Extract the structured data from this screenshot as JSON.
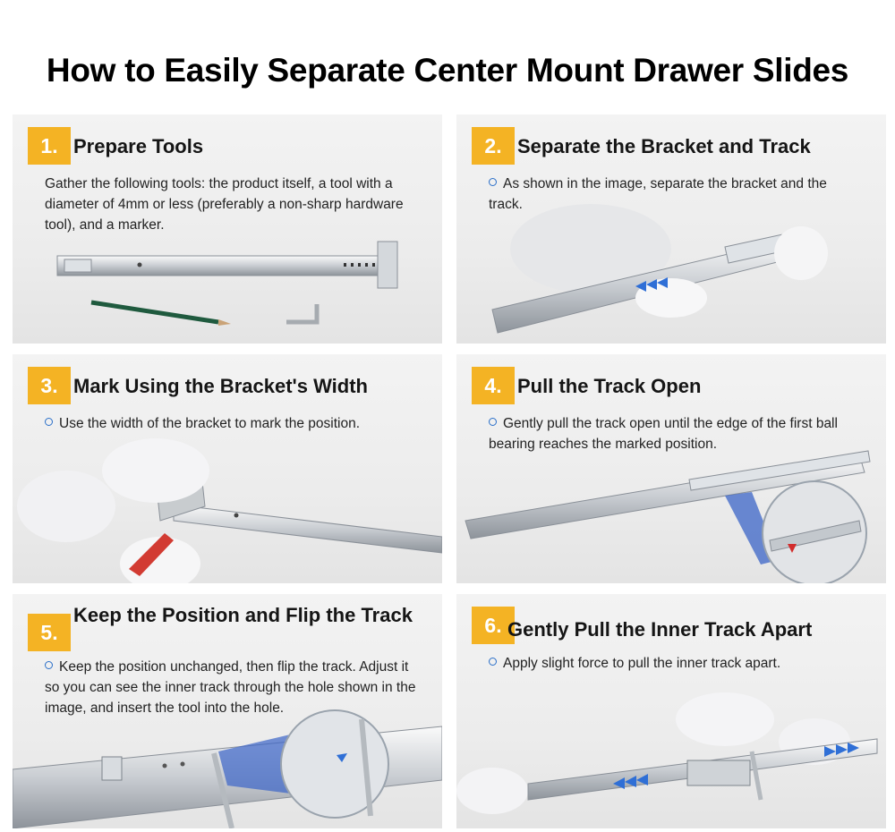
{
  "title": "How to Easily Separate Center Mount Drawer Slides",
  "steps": [
    {
      "number": "1.",
      "heading": "Prepare Tools",
      "text": "Gather the following tools: the product itself, a tool with a diameter of 4mm or less (preferably a non-sharp hardware tool), and a marker."
    },
    {
      "number": "2.",
      "heading": "Separate the Bracket and Track",
      "text": "As shown in the image, separate the bracket and the track."
    },
    {
      "number": "3.",
      "heading": "Mark Using the Bracket's Width",
      "text": "Use the width of the bracket to mark the position."
    },
    {
      "number": "4.",
      "heading": "Pull the Track Open",
      "text": "Gently pull the track open until the edge of the first ball bearing reaches the marked position."
    },
    {
      "number": "5.",
      "heading": "Keep the Position and Flip the Track",
      "text": "Keep the position unchanged, then flip the track. Adjust it so you can see the inner track through the hole shown in the image, and insert the tool into the hole."
    },
    {
      "number": "6.",
      "heading": "Gently Pull the Inner Track Apart",
      "text": "Apply slight force to pull the inner track apart."
    }
  ],
  "colors": {
    "badge": "#f4b324",
    "bullet": "#2a6fc9",
    "arrow": "#2f6fd6"
  }
}
